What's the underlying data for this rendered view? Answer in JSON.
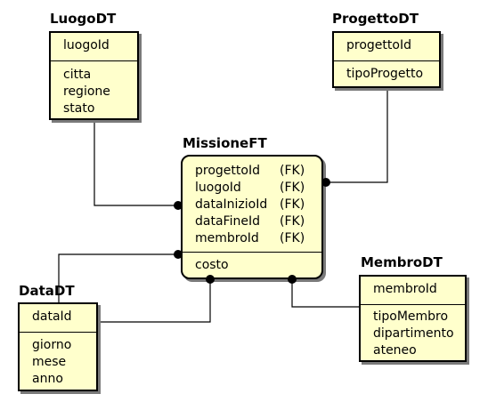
{
  "entities": {
    "luogo": {
      "title": "LuogoDT",
      "keys": [
        "luogoId"
      ],
      "attributes": [
        "citta",
        "regione",
        "stato"
      ]
    },
    "progetto": {
      "title": "ProgettoDT",
      "keys": [
        "progettoId"
      ],
      "attributes": [
        "tipoProgetto"
      ]
    },
    "missione": {
      "title": "MissioneFT",
      "keys": [
        {
          "name": "progettoId",
          "tag": "(FK)"
        },
        {
          "name": "luogoId",
          "tag": "(FK)"
        },
        {
          "name": "dataInizioId",
          "tag": "(FK)"
        },
        {
          "name": "dataFineId",
          "tag": "(FK)"
        },
        {
          "name": "membroId",
          "tag": "(FK)"
        }
      ],
      "attributes": [
        "costo"
      ]
    },
    "data": {
      "title": "DataDT",
      "keys": [
        "dataId"
      ],
      "attributes": [
        "giorno",
        "mese",
        "anno"
      ]
    },
    "membro": {
      "title": "MembroDT",
      "keys": [
        "membroId"
      ],
      "attributes": [
        "tipoMembro",
        "dipartimento",
        "ateneo"
      ]
    }
  },
  "colors": {
    "entity_fill": "#ffffcc",
    "border": "#000000",
    "shadow": "#7a7a7a"
  }
}
